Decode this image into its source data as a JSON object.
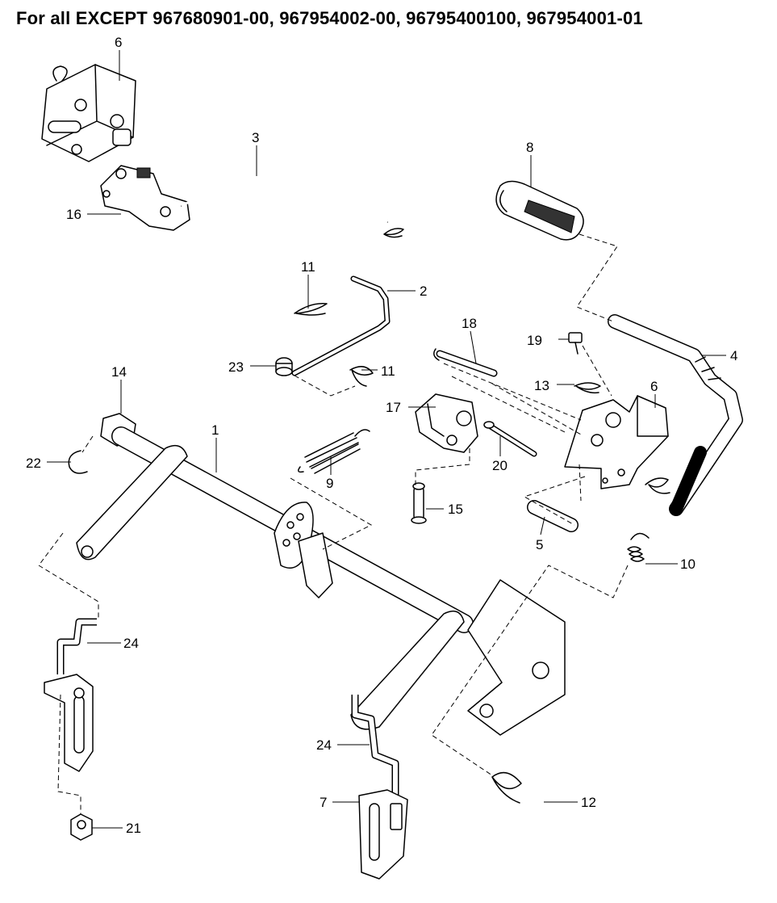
{
  "title": "For all EXCEPT 967680901-00, 967954002-00, 96795400100, 967954001-01",
  "callouts": [
    {
      "id": "callout-1",
      "text": "1"
    },
    {
      "id": "callout-2",
      "text": "2"
    },
    {
      "id": "callout-3",
      "text": "3"
    },
    {
      "id": "callout-4",
      "text": "4"
    },
    {
      "id": "callout-5",
      "text": "5"
    },
    {
      "id": "callout-6-top",
      "text": "6"
    },
    {
      "id": "callout-6-right",
      "text": "6"
    },
    {
      "id": "callout-7",
      "text": "7"
    },
    {
      "id": "callout-8",
      "text": "8"
    },
    {
      "id": "callout-9",
      "text": "9"
    },
    {
      "id": "callout-10",
      "text": "10"
    },
    {
      "id": "callout-11-top",
      "text": "11"
    },
    {
      "id": "callout-11-bottom",
      "text": "11"
    },
    {
      "id": "callout-12",
      "text": "12"
    },
    {
      "id": "callout-13",
      "text": "13"
    },
    {
      "id": "callout-14",
      "text": "14"
    },
    {
      "id": "callout-15",
      "text": "15"
    },
    {
      "id": "callout-16",
      "text": "16"
    },
    {
      "id": "callout-17",
      "text": "17"
    },
    {
      "id": "callout-18",
      "text": "18"
    },
    {
      "id": "callout-19",
      "text": "19"
    },
    {
      "id": "callout-20",
      "text": "20"
    },
    {
      "id": "callout-21",
      "text": "21"
    },
    {
      "id": "callout-22",
      "text": "22"
    },
    {
      "id": "callout-23",
      "text": "23"
    },
    {
      "id": "callout-24-left",
      "text": "24"
    },
    {
      "id": "callout-24-bottom",
      "text": "24"
    }
  ]
}
